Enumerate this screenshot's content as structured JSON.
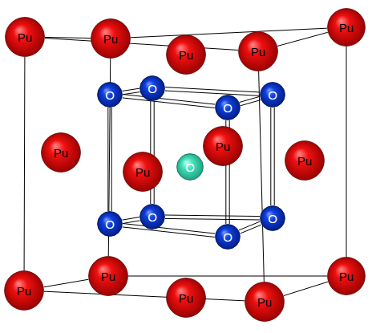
{
  "diagram": {
    "nodes": [
      {
        "text": [
          "Pu"
        ]
      },
      {
        "text": [
          "Pu"
        ]
      },
      {
        "text": [
          "Pu"
        ]
      },
      {
        "text": [
          "Pu"
        ]
      },
      {
        "text": [
          "Pu"
        ]
      },
      {
        "text": [
          "O"
        ]
      },
      {
        "text": [
          "O"
        ]
      },
      {
        "text": [
          "O"
        ]
      },
      {
        "text": [
          "O"
        ]
      },
      {
        "text": [
          "Pu"
        ]
      },
      {
        "text": [
          "Pu"
        ]
      },
      {
        "text": [
          "Pu"
        ]
      },
      {
        "text": [
          "O"
        ]
      },
      {
        "text": [
          "Pu"
        ]
      },
      {
        "text": [
          "O"
        ]
      },
      {
        "text": [
          "O"
        ]
      },
      {
        "text": [
          "O"
        ]
      },
      {
        "text": [
          "O"
        ]
      },
      {
        "text": [
          "Pu"
        ]
      },
      {
        "text": [
          "Pu"
        ]
      },
      {
        "text": [
          "Pu"
        ]
      },
      {
        "text": [
          "Pu"
        ]
      },
      {
        "text": [
          "Pu"
        ]
      }
    ],
    "edges": [
      {
        "from": 1,
        "to": 3,
        "arrow": "none"
      },
      {
        "from": 3,
        "to": 22,
        "arrow": "none"
      },
      {
        "from": 22,
        "to": 20,
        "arrow": "none"
      },
      {
        "from": 20,
        "to": 1,
        "arrow": "none"
      },
      {
        "from": 2,
        "to": 0,
        "arrow": "none"
      },
      {
        "from": 0,
        "to": 19,
        "arrow": "none"
      },
      {
        "from": 19,
        "to": 18,
        "arrow": "none"
      },
      {
        "from": 18,
        "to": 2,
        "arrow": "none"
      },
      {
        "from": 1,
        "to": 2,
        "arrow": "none"
      },
      {
        "from": 3,
        "to": 0,
        "arrow": "none"
      },
      {
        "from": 22,
        "to": 19,
        "arrow": "none"
      },
      {
        "from": 20,
        "to": 18,
        "arrow": "none"
      },
      {
        "from": 6,
        "to": 8,
        "arrow": "none"
      },
      {
        "from": 8,
        "to": 17,
        "arrow": "none"
      },
      {
        "from": 17,
        "to": 16,
        "arrow": "none"
      },
      {
        "from": 16,
        "to": 6,
        "arrow": "none"
      },
      {
        "from": 5,
        "to": 7,
        "arrow": "none"
      },
      {
        "from": 7,
        "to": 15,
        "arrow": "none"
      },
      {
        "from": 15,
        "to": 14,
        "arrow": "none"
      },
      {
        "from": 14,
        "to": 5,
        "arrow": "none"
      },
      {
        "from": 6,
        "to": 5,
        "arrow": "none"
      },
      {
        "from": 8,
        "to": 7,
        "arrow": "none"
      },
      {
        "from": 17,
        "to": 15,
        "arrow": "none"
      },
      {
        "from": 16,
        "to": 14,
        "arrow": "none"
      }
    ]
  }
}
